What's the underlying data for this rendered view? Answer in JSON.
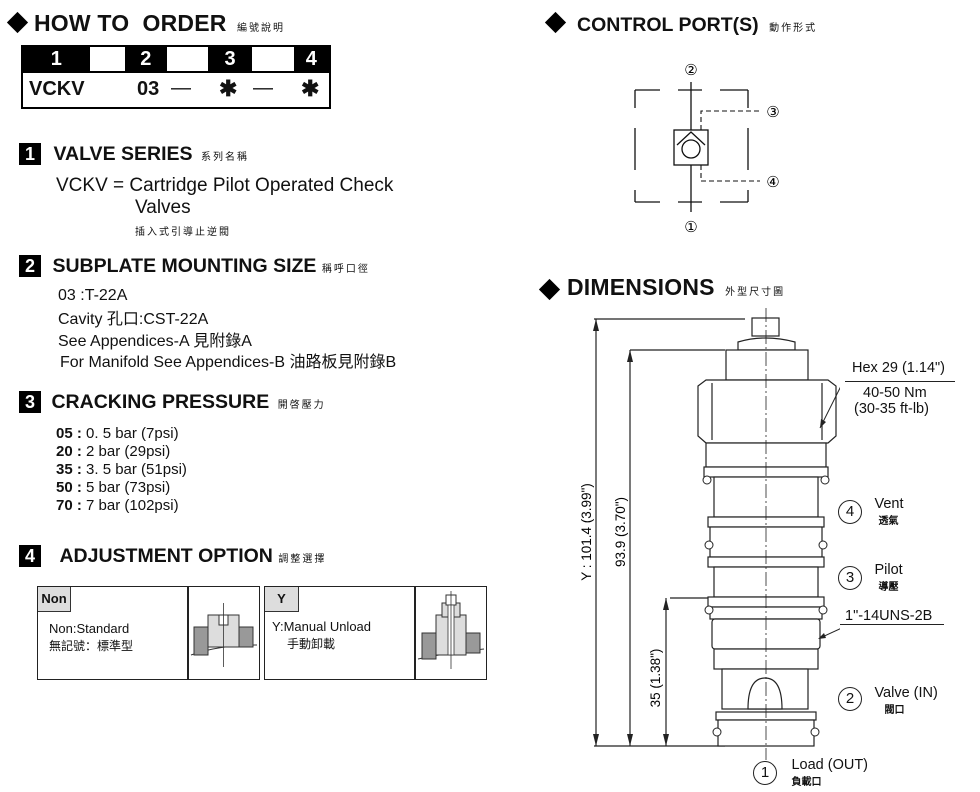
{
  "how_to_order": {
    "title": "HOW TO  ORDER",
    "title_cjk": "編號說明",
    "columns": [
      "1",
      "2",
      "3",
      "4"
    ],
    "code": {
      "series": "VCKV",
      "size": "03",
      "dash1": "—",
      "pressure": "✱",
      "dash2": "—",
      "option": "✱"
    }
  },
  "sections": {
    "valve_series": {
      "number": "1",
      "title": "VALVE SERIES",
      "title_cjk": "系列名稱",
      "line1": "VCKV = Cartridge Pilot Operated Check",
      "line2": "Valves",
      "line3_cjk": "插入式引導止逆閥"
    },
    "subplate": {
      "number": "2",
      "title": "SUBPLATE MOUNTING SIZE",
      "title_cjk": "稱呼口徑",
      "lines": [
        "03 :T-22A",
        "Cavity 孔口:CST-22A",
        "See Appendices-A  見附錄A",
        "For Manifold See Appendices-B  油路板見附錄B"
      ]
    },
    "cracking_pressure": {
      "number": "3",
      "title": "CRACKING PRESSURE",
      "title_cjk": "開啓壓力",
      "items": [
        {
          "code": "05 :",
          "value": " 0. 5 bar (7psi)"
        },
        {
          "code": "20 :",
          "value": " 2 bar (29psi)"
        },
        {
          "code": "35 :",
          "value": " 3. 5 bar (51psi)"
        },
        {
          "code": "50 :",
          "value": " 5 bar (73psi)"
        },
        {
          "code": "70 :",
          "value": " 7 bar (102psi)"
        }
      ]
    },
    "adjustment": {
      "number": "4",
      "title": "ADJUSTMENT OPTION",
      "title_cjk": "調整選擇",
      "options": [
        {
          "tag": "Non",
          "desc": "Non:Standard",
          "desc_cjk": "無記號：標準型"
        },
        {
          "tag": "Y",
          "desc": "Y:Manual Unload",
          "desc_cjk": "手動卸載"
        }
      ]
    }
  },
  "control_ports": {
    "title": "CONTROL PORT(S)",
    "title_cjk": "動作形式",
    "ports": [
      "②",
      "③",
      "④",
      "①"
    ]
  },
  "dimensions": {
    "title": "DIMENSIONS",
    "title_cjk": "外型尺寸圖",
    "overall": "Y : 101.4 (3.99\")",
    "body_length": "93.9 (3.70\")",
    "lower_length": "35 (1.38\")",
    "hex": "Hex 29 (1.14\")",
    "torque_nm": "40-50 Nm",
    "torque_ftlb": "(30-35 ft-lb)",
    "thread": "1\"-14UNS-2B",
    "ports": [
      {
        "num": "4",
        "name": "Vent",
        "name_cjk": "透氣"
      },
      {
        "num": "3",
        "name": "Pilot",
        "name_cjk": "導壓"
      },
      {
        "num": "2",
        "name": "Valve (IN)",
        "name_cjk": "閥口"
      },
      {
        "num": "1",
        "name": "Load (OUT)",
        "name_cjk": "負載口"
      }
    ]
  }
}
